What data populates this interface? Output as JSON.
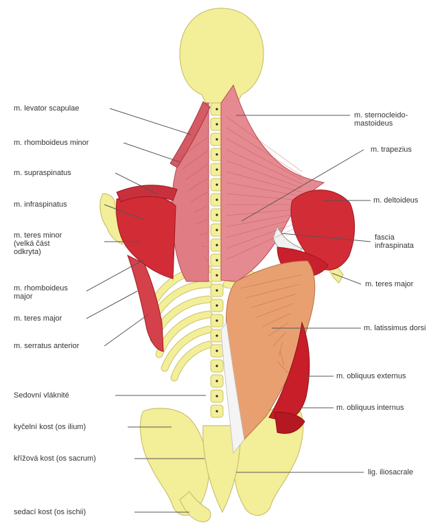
{
  "colors": {
    "bone": "#F3EE98",
    "bone_outline": "#C9C170",
    "muscle_light": "#E5858B",
    "muscle_red": "#D22C36",
    "muscle_dark": "#B31823",
    "latissimus": "#E9A070",
    "leader_line": "#555555"
  },
  "labels_left": [
    {
      "id": "levator-scapulae",
      "text": "m. levator scapulae"
    },
    {
      "id": "rhomboideus-minor",
      "text": "m. rhomboideus minor"
    },
    {
      "id": "supraspinatus",
      "text": "m. supraspinatus"
    },
    {
      "id": "infraspinatus",
      "text": "m. infraspinatus"
    },
    {
      "id": "teres-minor",
      "text": "m. teres minor\n(velká část\nodkryta)"
    },
    {
      "id": "rhomboideus-major",
      "text": "m. rhomboideus\nmajor"
    },
    {
      "id": "teres-major-left",
      "text": "m. teres major"
    },
    {
      "id": "serratus-anterior",
      "text": "m. serratus anterior"
    },
    {
      "id": "spine",
      "text": "Sedovní vláknité"
    },
    {
      "id": "ilium",
      "text": "kyčelní kost (os ilium)"
    },
    {
      "id": "sacrum",
      "text": "křížová kost (os sacrum)"
    },
    {
      "id": "ischium",
      "text": "sedací kost (os ischii)"
    }
  ],
  "labels_right": [
    {
      "id": "sternocleidomastoideus",
      "text": "m. sternocleido-\nmastoideus"
    },
    {
      "id": "trapezius",
      "text": "m. trapezius"
    },
    {
      "id": "deltoideus",
      "text": "m. deltoideus"
    },
    {
      "id": "fascia-infraspinata",
      "text": "fascia\ninfraspinata"
    },
    {
      "id": "teres-major-right",
      "text": "m. teres major"
    },
    {
      "id": "latissimus-dorsi",
      "text": "m. latissimus dorsi"
    },
    {
      "id": "obliquus-externus",
      "text": "m. obliquus externus"
    },
    {
      "id": "obliquus-internus",
      "text": "m. obliquus internus"
    },
    {
      "id": "iliosacrale",
      "text": "lig. iliosacrale"
    }
  ]
}
